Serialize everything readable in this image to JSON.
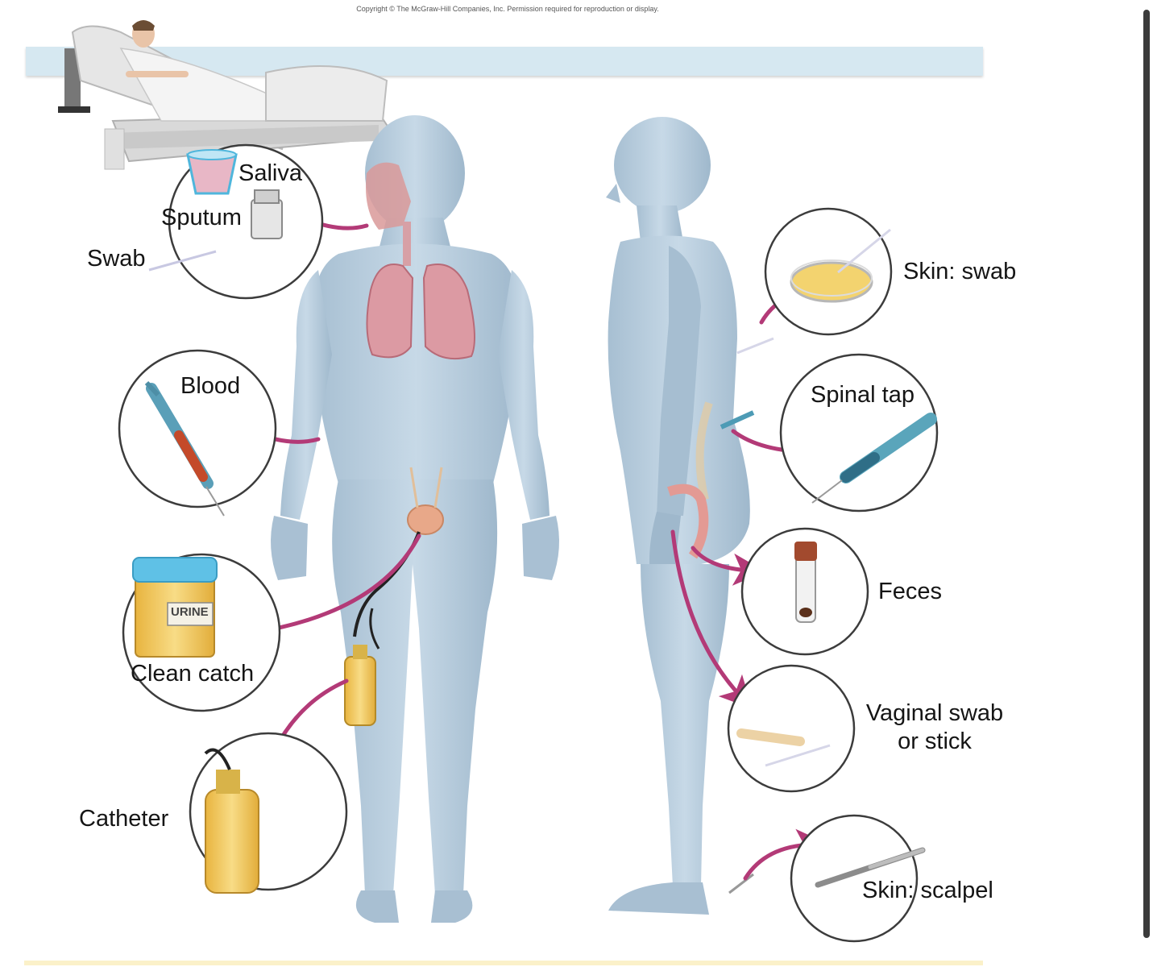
{
  "copyright": "Copyright © The McGraw-Hill Companies, Inc. Permission required for reproduction or display.",
  "labels": {
    "saliva": "Saliva",
    "sputum": "Sputum",
    "swab": "Swab",
    "blood": "Blood",
    "clean_catch": "Clean catch",
    "urine_tag": "URINE",
    "catheter": "Catheter",
    "skin_swab": "Skin: swab",
    "spinal_tap": "Spinal tap",
    "feces": "Feces",
    "vaginal_line1": "Vaginal swab",
    "vaginal_line2": "or stick",
    "skin_scalpel": "Skin: scalpel"
  },
  "colors": {
    "body": "#b9cede",
    "body_shade": "#93abc0",
    "arrow": "#b33a77",
    "lung": "#d9909c",
    "urine": "#f0c95a",
    "lid": "#5fc1e6",
    "blood": "#c44a2a",
    "top_bar": "#d6e8f1"
  }
}
